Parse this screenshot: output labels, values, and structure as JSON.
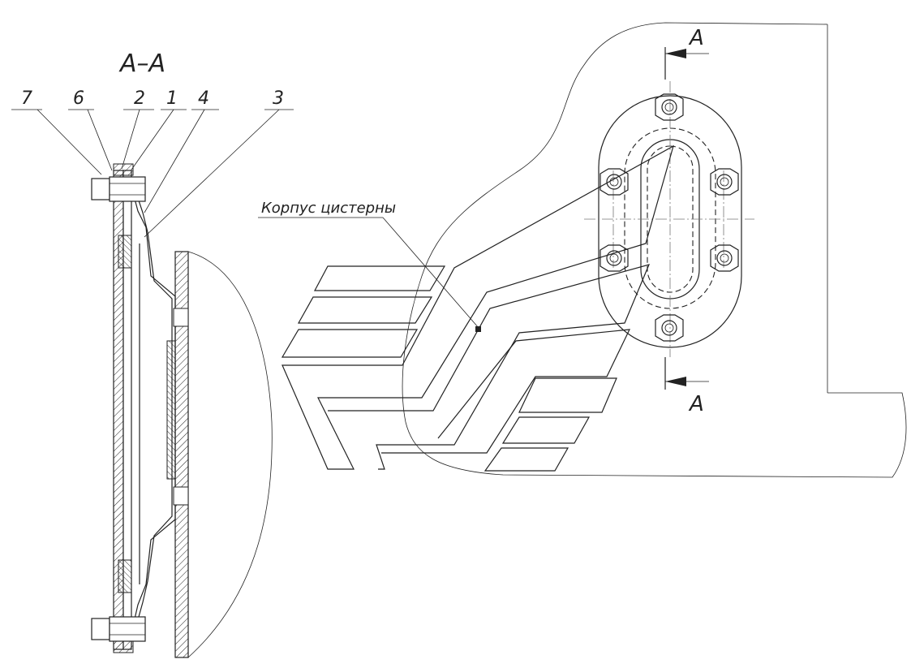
{
  "drawing": {
    "section_title": "А–А",
    "leaders": [
      "7",
      "6",
      "2",
      "1",
      "4",
      "3"
    ],
    "callout": "Корпус цистерны",
    "section_mark_top": "А",
    "section_mark_bottom": "А"
  },
  "colors": {
    "line": "#222222",
    "background": "#ffffff"
  }
}
